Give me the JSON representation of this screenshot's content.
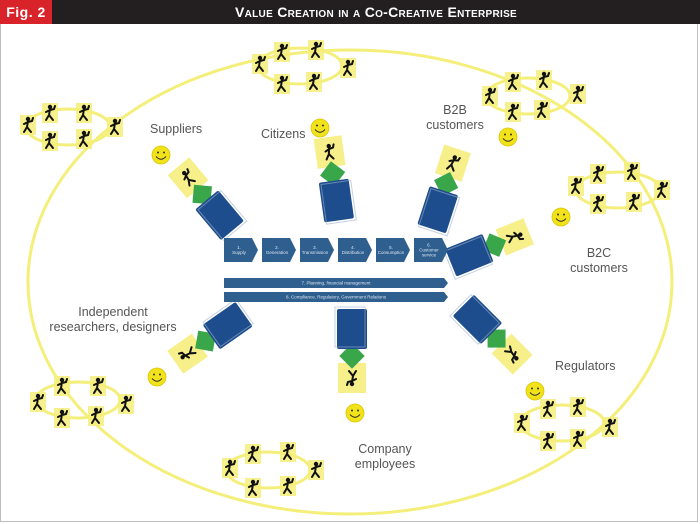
{
  "header": {
    "fig_label": "Fig. 2",
    "title": "Value Creation in a Co-Creative Enterprise"
  },
  "colors": {
    "header_bg": "#231f20",
    "fig_tag_bg": "#d9232a",
    "ring_yellow": "#f4ee7a",
    "process_blue": "#2e5f8f",
    "block_blue": "#1d4d8c",
    "block_green": "#3aa64a",
    "person_black": "#111111",
    "label_gray": "#555555"
  },
  "value_chain": {
    "steps": [
      {
        "num": "1.",
        "label": "Supply"
      },
      {
        "num": "2.",
        "label": "Generation"
      },
      {
        "num": "3.",
        "label": "Transmission"
      },
      {
        "num": "4.",
        "label": "Distribution"
      },
      {
        "num": "5.",
        "label": "Consumption"
      },
      {
        "num": "6.",
        "label": "Customer service"
      }
    ],
    "bars": [
      {
        "label": "7. Planning, financial management"
      },
      {
        "label": "8. Compliance, Regulatory, Government Relations"
      }
    ]
  },
  "stakeholders": [
    {
      "id": "suppliers",
      "label": "Suppliers"
    },
    {
      "id": "citizens",
      "label": "Citizens"
    },
    {
      "id": "b2b",
      "label": "B2B customers"
    },
    {
      "id": "b2c",
      "label": "B2C customers"
    },
    {
      "id": "regulators",
      "label": "Regulators"
    },
    {
      "id": "employees",
      "label": "Company employees"
    },
    {
      "id": "researchers",
      "label": "Independent researchers, designers"
    }
  ],
  "labels": {
    "suppliers": "Suppliers",
    "citizens": "Citizens",
    "b2b_line1": "B2B",
    "b2b_line2": "customers",
    "b2c_line1": "B2C",
    "b2c_line2": "customers",
    "regulators": "Regulators",
    "employees_line1": "Company",
    "employees_line2": "employees",
    "researchers_line1": "Independent",
    "researchers_line2": "researchers, designers"
  },
  "communities": [
    {
      "id": "top-left",
      "members": 6
    },
    {
      "id": "top-center",
      "members": 6
    },
    {
      "id": "top-right",
      "members": 6
    },
    {
      "id": "right",
      "members": 6
    },
    {
      "id": "bottom-right",
      "members": 6
    },
    {
      "id": "bottom-center",
      "members": 6
    },
    {
      "id": "bottom-left",
      "members": 6
    }
  ]
}
